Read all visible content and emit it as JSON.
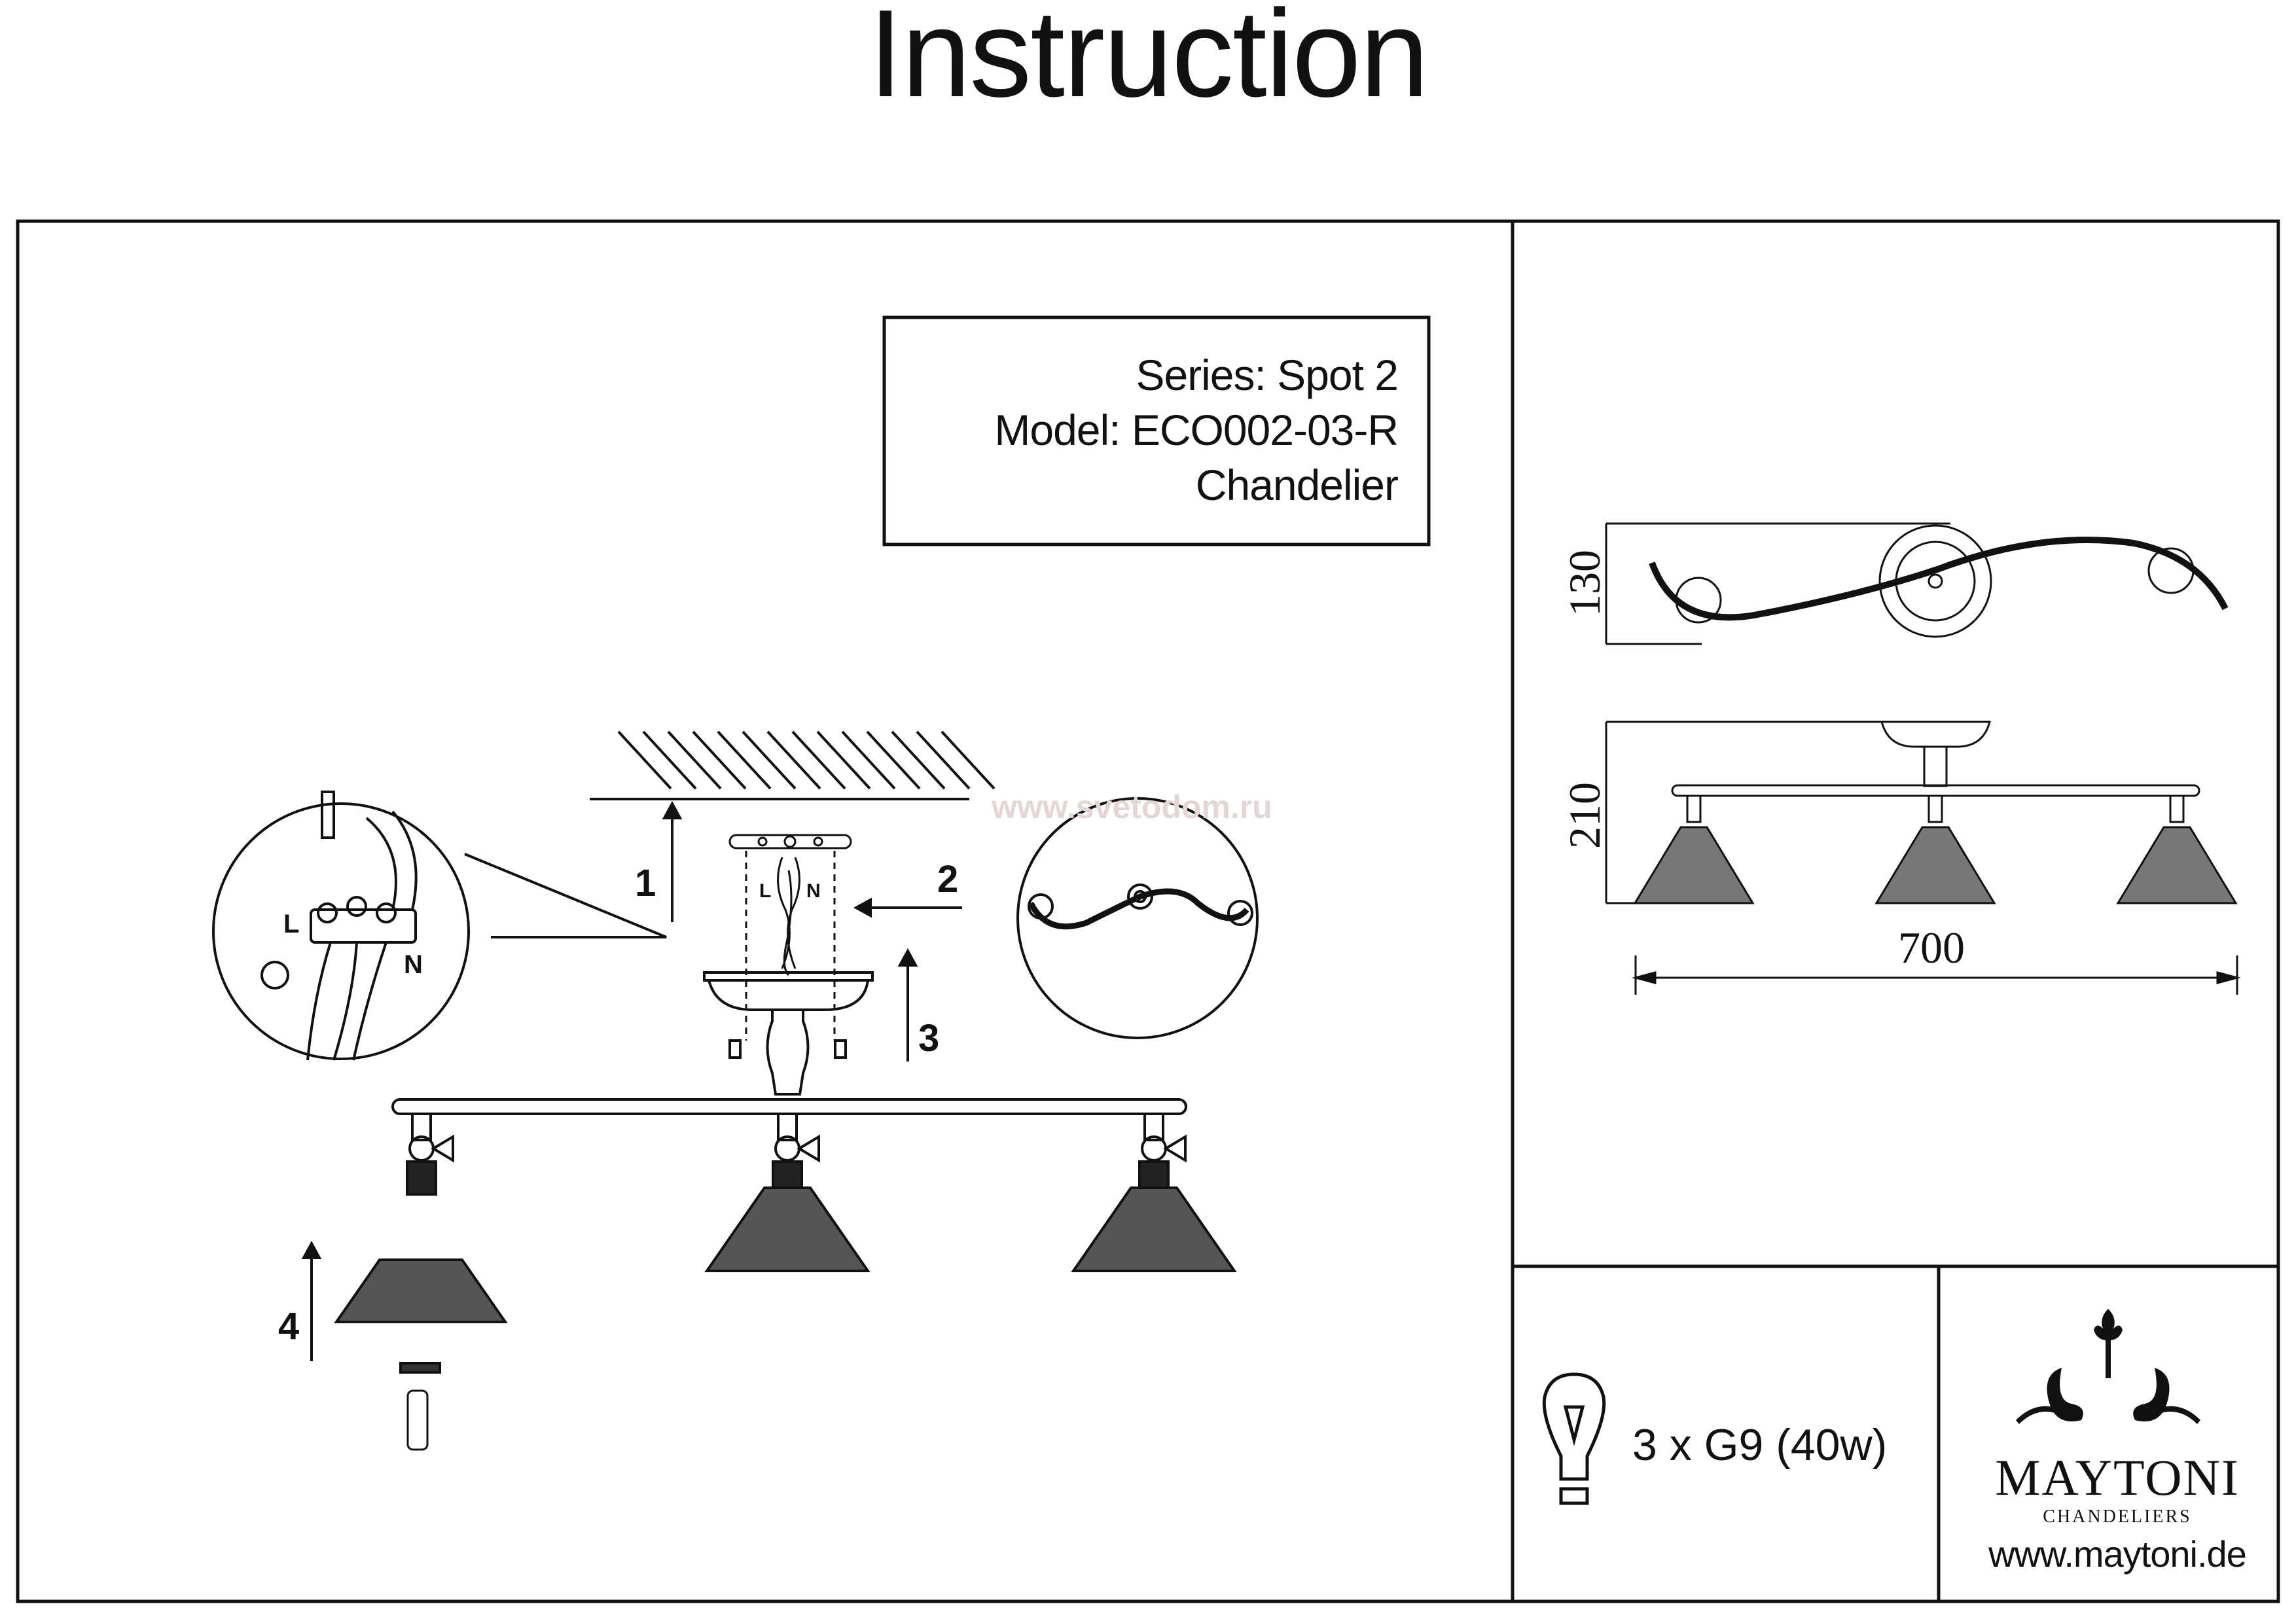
{
  "title": "Instruction",
  "info_box": {
    "series": "Series: Spot 2",
    "model": "Model: ECO002-03-R",
    "type": "Chandelier"
  },
  "assembly": {
    "steps": [
      "1",
      "2",
      "3",
      "4"
    ],
    "wire_labels": {
      "live": "L",
      "neutral": "N"
    }
  },
  "dimensions": {
    "depth": "130",
    "height": "210",
    "width": "700"
  },
  "bulb": {
    "icon": "light-bulb-icon",
    "spec": "3 x G9 (40w)"
  },
  "brand": {
    "name": "MAYTONI",
    "subtitle": "CHANDELIERS",
    "website": "www.maytoni.de"
  },
  "watermark": "www.svetodom.ru"
}
